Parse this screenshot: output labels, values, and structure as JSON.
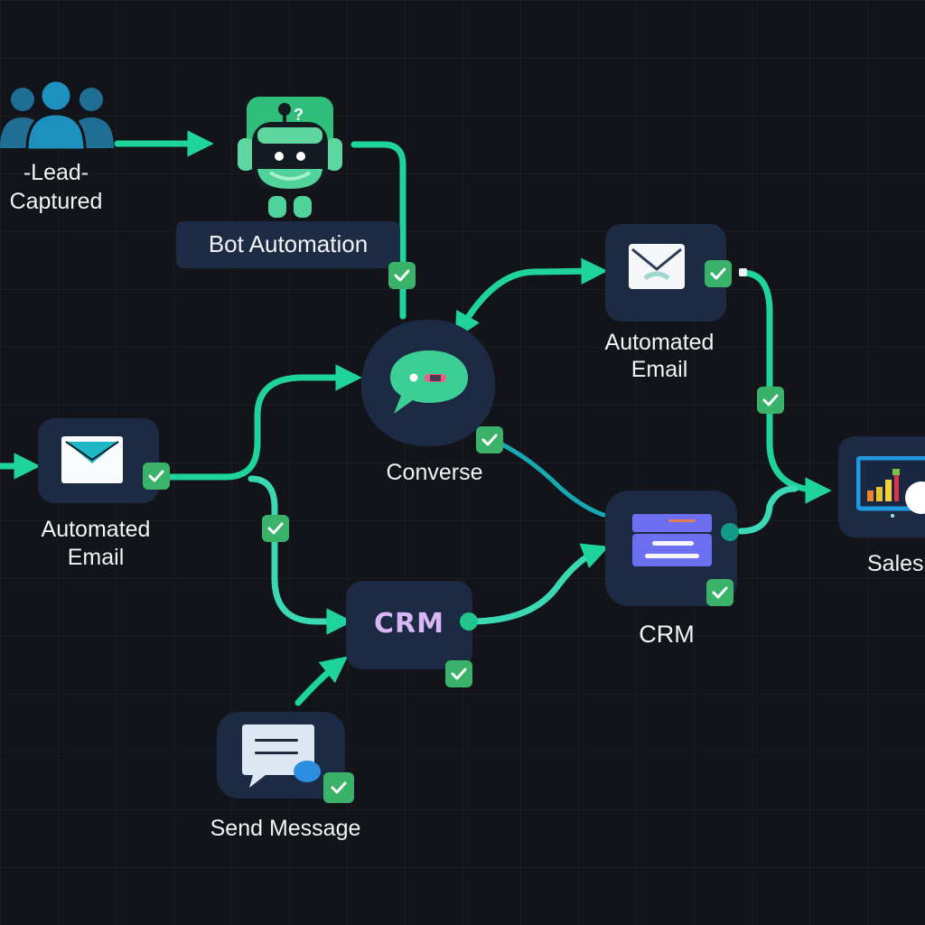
{
  "diagram": {
    "title": "Lead automation workflow",
    "colors": {
      "background": "#121419",
      "connector": "#1fd49a",
      "card": "#1d2a44",
      "check": "#3ab26a",
      "label": "#f1f3f6"
    },
    "nodes": [
      {
        "id": "lead-captured",
        "label_line1": "-Lead-",
        "label_line2": "Captured",
        "icon": "users-icon"
      },
      {
        "id": "bot-automation",
        "label": "Bot Automation",
        "icon": "robot-icon"
      },
      {
        "id": "automated-email-top",
        "label_line1": "Automated",
        "label_line2": "Email",
        "icon": "envelope-icon"
      },
      {
        "id": "converse",
        "label": "Converse",
        "icon": "chat-bubble-icon"
      },
      {
        "id": "automated-email-left",
        "label_line1": "Automated",
        "label_line2": "Email",
        "icon": "envelope-icon"
      },
      {
        "id": "crm-center",
        "label": "CRM",
        "icon": "crm-text-logo",
        "logo_text": "CRM"
      },
      {
        "id": "crm-right",
        "label": "CRM",
        "icon": "crm-form-icon"
      },
      {
        "id": "sales",
        "label": "Sales",
        "icon": "chart-monitor-icon"
      },
      {
        "id": "send-message",
        "label": "Send Message",
        "icon": "message-icon"
      }
    ],
    "edges": [
      {
        "from": "lead-captured",
        "to": "bot-automation"
      },
      {
        "from": "bot-automation",
        "to": "converse",
        "status": "complete"
      },
      {
        "from": "converse",
        "to": "automated-email-top"
      },
      {
        "from": "automated-email-top",
        "to": "sales",
        "status": "complete"
      },
      {
        "from": "automated-email-left",
        "to": "converse",
        "status": "complete"
      },
      {
        "from": "automated-email-left",
        "to": "crm-center",
        "status": "complete"
      },
      {
        "from": "send-message",
        "to": "crm-center"
      },
      {
        "from": "crm-center",
        "to": "crm-right"
      },
      {
        "from": "converse",
        "to": "crm-right"
      },
      {
        "from": "crm-right",
        "to": "sales"
      }
    ]
  }
}
